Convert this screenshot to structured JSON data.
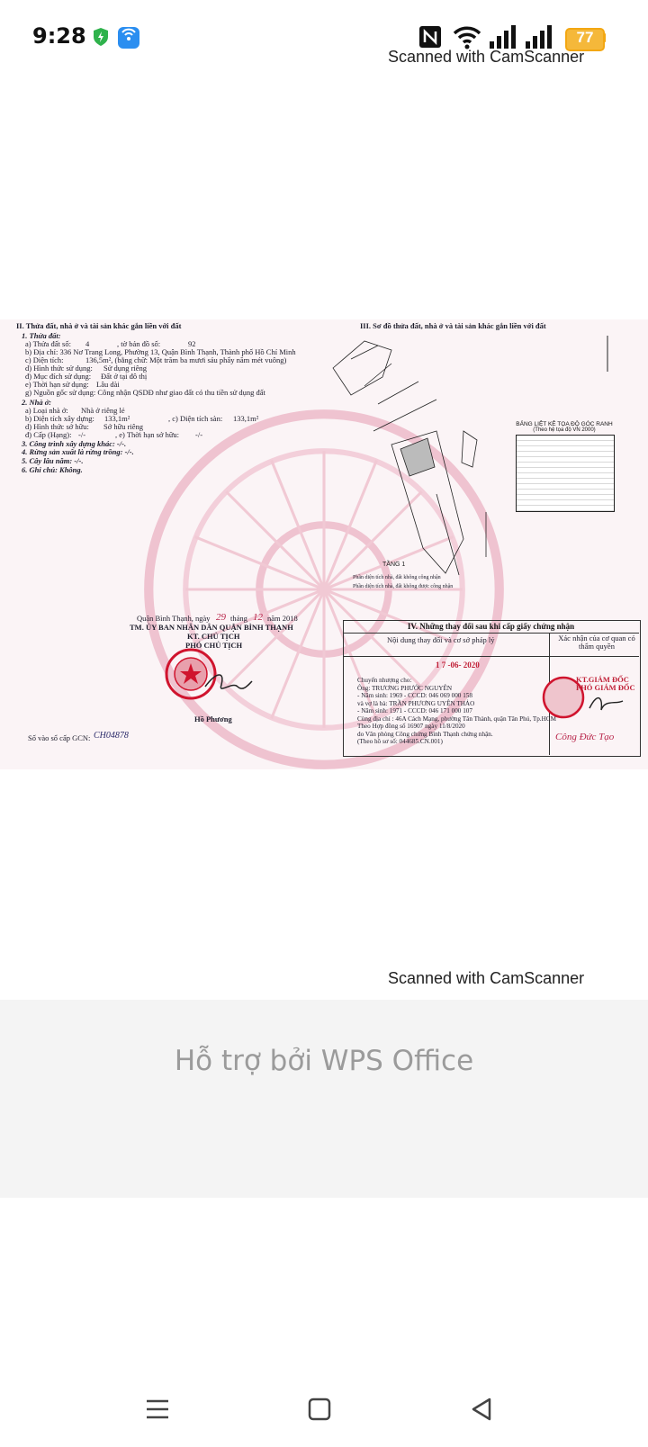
{
  "status": {
    "time": "9:28",
    "battery": "77"
  },
  "watermark": "Scanned with CamScanner",
  "document": {
    "section2_title": "II. Thửa đất, nhà ở và tài sản khác gắn liền với đất",
    "section3_title": "III. Sơ đồ thửa đất, nhà ở và tài sản khác gắn liền với đất",
    "land_head": "1. Thửa đất:",
    "land_a": "a) Thửa đất số:",
    "land_a_val": "4",
    "land_a_sheet": ", tờ bản đồ số:",
    "land_a_sheet_val": "92",
    "land_b": "b) Địa chỉ: 336 Nơ Trang Long, Phường 13, Quận Bình Thạnh, Thành phố Hồ Chí Minh",
    "land_c": "c) Diện tích:",
    "land_c_val": "136,5m², (bằng chữ: Một trăm ba mươi sáu phẩy năm mét vuông)",
    "land_d": "d) Hình thức sử dụng:",
    "land_d_val": "Sử dụng riêng",
    "land_dd": "đ) Mục đích sử dụng:",
    "land_dd_val": "Đất ở tại đô thị",
    "land_e": "e) Thời hạn sử dụng:",
    "land_e_val": "Lâu dài",
    "land_g": "g) Nguồn gốc sử dụng: Công nhận QSDĐ như giao đất có thu tiền sử dụng đất",
    "house_head": "2. Nhà ở:",
    "house_a": "a) Loại nhà ở:",
    "house_a_val": "Nhà ở riêng lẻ",
    "house_b": "b) Diện tích xây dựng:",
    "house_b_val": "133,1m²",
    "house_c": ", c) Diện tích sàn:",
    "house_c_val": "133,1m²",
    "house_d": "d) Hình thức sở hữu:",
    "house_d_val": "Sở hữu riêng",
    "house_dd": "đ) Cấp (Hạng):",
    "house_dd_val": "-/-",
    "house_e": ", e) Thời hạn sở hữu:",
    "house_e_val": "-/-",
    "item3": "3. Công trình xây dựng khác: -/-.",
    "item4": "4. Rừng sản xuất là rừng trồng: -/-.",
    "item5": "5. Cây lâu năm: -/-.",
    "item6": "6. Ghi chú: Không.",
    "sign_date": "Quận Bình Thạnh, ngày",
    "sign_day": "29",
    "sign_month_label": "tháng",
    "sign_month": "12",
    "sign_year_label": "năm 2018",
    "sign_org": "TM. ỦY BAN NHÂN DÂN QUẬN BÌNH THẠNH",
    "sign_kt": "KT. CHỦ TỊCH",
    "sign_role": "PHÓ CHỦ TỊCH",
    "sign_name": "Hồ Phương",
    "gcn_label": "Số vào sổ cấp GCN:",
    "gcn_val": "CH04878",
    "coord_title": "BẢNG LIỆT KÊ TỌA ĐỘ GÓC RANH",
    "coord_sub": "(Theo hệ tọa độ VN 2000)",
    "floor_label": "TẦNG 1",
    "legend1": "Phần diện tích nhà, đất không công nhận",
    "legend2": "Phần diện tích nhà, đất không được công nhận",
    "change_title": "IV. Những thay đổi sau khi cấp giấy chứng nhận",
    "change_col1": "Nội dung thay đổi và cơ sở pháp lý",
    "change_col2": "Xác nhận của cơ quan có thẩm quyền",
    "change_date": "1 7 -06- 2020",
    "change_lines": [
      "Chuyển nhượng cho:",
      "Ông: TRƯƠNG PHƯỚC NGUYÊN",
      "- Năm sinh: 1969 - CCCD: 046 069 000 158",
      "và vợ là bà: TRẦN PHƯƠNG UYÊN THẢO",
      "- Năm sinh: 1971 - CCCD: 046 171 000 107",
      "Cùng địa chỉ : 46A Cách Mạng, phường Tân Thành, quận Tân Phú, Tp.HCM",
      "Theo Hợp đồng số 16907 ngày 11/8/2020",
      "do Văn phòng Công chứng Bình Thạnh chứng nhận.",
      "(Theo hồ sơ số: 044685.CN.001)"
    ],
    "change_sign1": "KT.GIÁM ĐỐC",
    "change_sign2": "PHÓ GIÁM ĐỐC",
    "change_signer": "Công Đức Tạo"
  },
  "footer": {
    "wps": "Hỗ trợ bởi WPS Office"
  }
}
